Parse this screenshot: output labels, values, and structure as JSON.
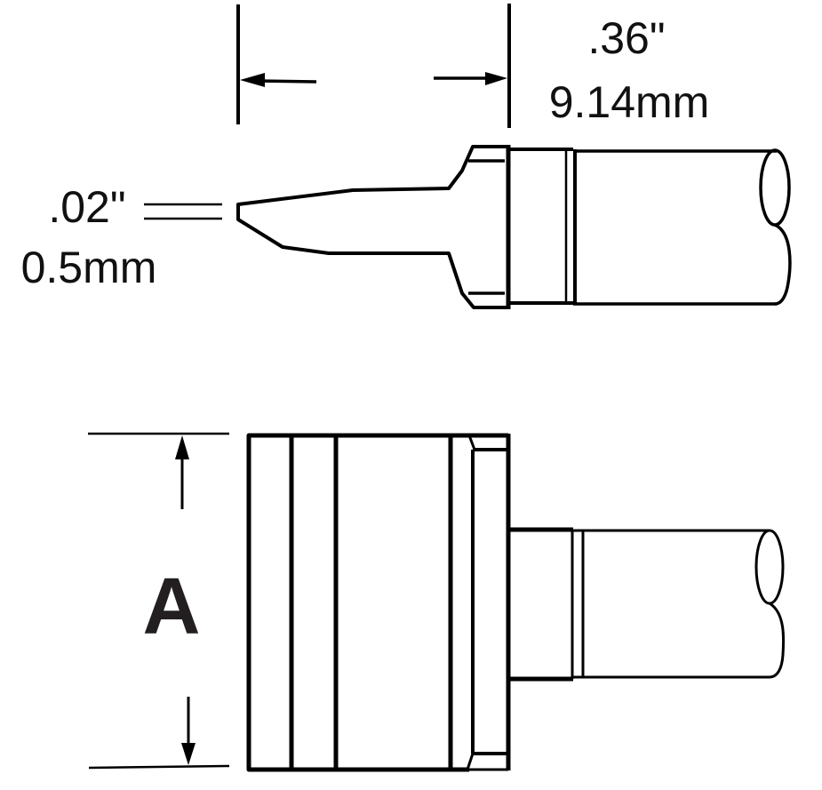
{
  "diagram": {
    "type": "technical-drawing",
    "subject": "soldering tip cartridge, side and top views",
    "colors": {
      "line": "#000000",
      "text": "#111111",
      "background": "#ffffff"
    }
  },
  "dimensions": {
    "length": {
      "inches": ".36\"",
      "mm": "9.14mm"
    },
    "tip_thickness": {
      "inches": ".02\"",
      "mm": "0.5mm"
    },
    "width": {
      "label": "A"
    }
  },
  "views": [
    {
      "name": "side-view",
      "dimension_refs": [
        "length",
        "tip_thickness"
      ]
    },
    {
      "name": "top-view",
      "dimension_refs": [
        "width"
      ]
    }
  ]
}
